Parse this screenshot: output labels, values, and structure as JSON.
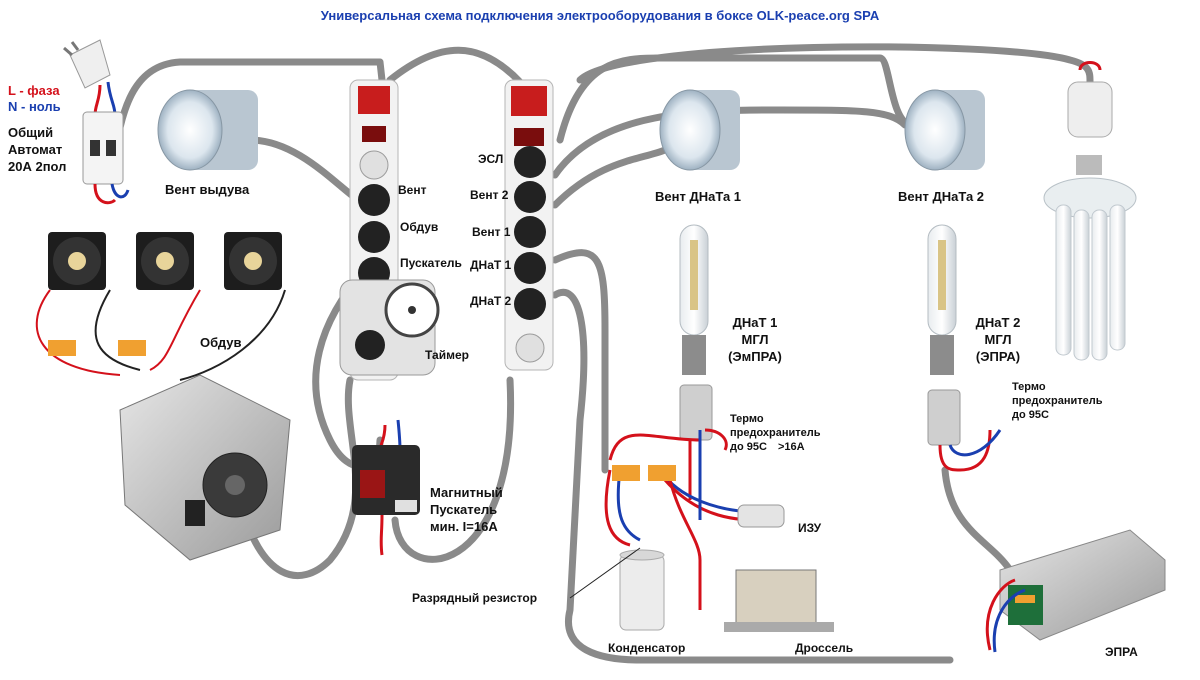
{
  "title": "Универсальная схема подключения электрооборудования в боксе  OLK-peace.org SPA",
  "wire_legend": {
    "phase": "L - фаза",
    "neutral": "N - ноль"
  },
  "breaker": {
    "line1": "Общий",
    "line2": "Автомат",
    "line3": "20А 2пол"
  },
  "components": {
    "exhaust_fan": "Вент выдува",
    "blow_fans": "Обдув",
    "timer": "Таймер",
    "contactor_line1": "Магнитный",
    "contactor_line2": "Пускатель",
    "contactor_line3": "мин. I=16А",
    "discharge_resistor": "Разрядный резистор",
    "capacitor": "Конденсатор",
    "choke": "Дроссель",
    "ignitor": "ИЗУ",
    "epra": "ЭПРА",
    "fan_hps1": "Вент ДНаТа 1",
    "fan_hps2": "Вент ДНаТа 2"
  },
  "strip_left_sockets": [
    "Вент",
    "Обдув",
    "Пускатель"
  ],
  "strip_right_sockets": [
    "ЭСЛ",
    "Вент 2",
    "Вент 1",
    "ДНаТ 1",
    "ДНаТ 2"
  ],
  "lamp1": {
    "line1": "ДНаТ 1",
    "line2": "МГЛ",
    "line3": "(ЭмПРА)"
  },
  "lamp2": {
    "line1": "ДНаТ 2",
    "line2": "МГЛ",
    "line3": "(ЭПРА)"
  },
  "thermo1": {
    "line1": "Термо",
    "line2": "предохранитель",
    "line3": "до 95С",
    "rating": ">16А"
  },
  "thermo2": {
    "line1": "Термо",
    "line2": "предохранитель",
    "line3": "до 95С"
  },
  "colors": {
    "phase": "#d4111b",
    "neutral": "#1a3fb0",
    "cable": "#8a8a8a",
    "title": "#1a3fb0"
  }
}
